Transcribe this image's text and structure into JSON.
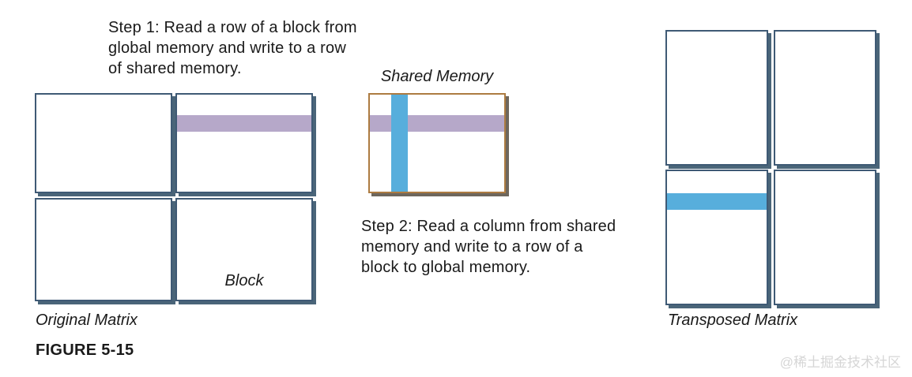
{
  "figure": {
    "caption": "FIGURE 5-15"
  },
  "steps": {
    "step1": {
      "lines": [
        "Step 1: Read a row of a block from",
        "global memory and write to a row",
        "of shared memory."
      ]
    },
    "step2": {
      "lines": [
        "Step 2: Read a column from shared",
        "memory and write to a row of a",
        "block to global memory."
      ]
    }
  },
  "labels": {
    "shared_memory": "Shared Memory",
    "block": "Block",
    "original_matrix": "Original Matrix",
    "transposed_matrix": "Transposed Matrix"
  },
  "watermark": "@稀土掘金技术社区",
  "colors": {
    "row-highlight": "#b6a8c9",
    "col-highlight": "#57aedc",
    "block-border": "#3f5a75",
    "block-shadow": "#4a6579",
    "shared-border": "#ad7b41",
    "shared-shadow": "#6e675d",
    "text": "#1a1a1a",
    "watermark": "#d6d6d6"
  },
  "diagram": {
    "original_matrix": {
      "grid": "2x2",
      "highlighted_block": "top-right",
      "highlight_type": "row",
      "highlight_color": "#b6a8c9"
    },
    "shared_memory": {
      "highlights": [
        {
          "type": "row",
          "color": "#b6a8c9"
        },
        {
          "type": "column",
          "color": "#57aedc"
        }
      ]
    },
    "transposed_matrix": {
      "grid": "2x2",
      "highlighted_block": "bottom-left",
      "highlight_type": "row",
      "highlight_color": "#57aedc"
    }
  }
}
